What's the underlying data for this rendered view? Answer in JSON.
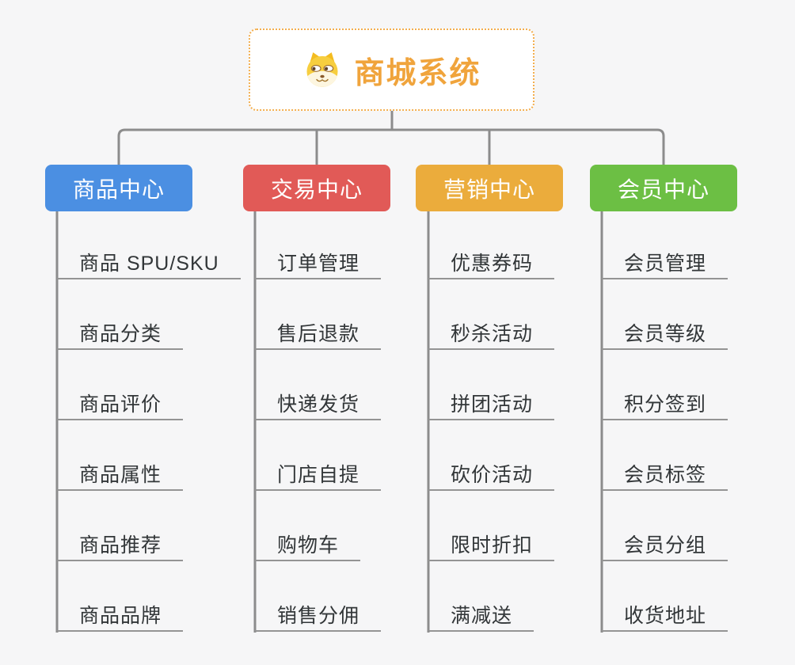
{
  "canvas": {
    "background": "#f6f6f7",
    "connector_color": "#8c8c8c",
    "leaf_line_color": "#949494",
    "leaf_text_color": "#323638"
  },
  "root": {
    "label": "商城系统",
    "text_color": "#f0a43c",
    "border_color": "#f3ae4e",
    "icon": "doge-icon"
  },
  "branches": [
    {
      "label": "商品中心",
      "color": "#4b8fe2",
      "children": [
        "商品 SPU/SKU",
        "商品分类",
        "商品评价",
        "商品属性",
        "商品推荐",
        "商品品牌"
      ]
    },
    {
      "label": "交易中心",
      "color": "#e15a57",
      "children": [
        "订单管理",
        "售后退款",
        "快递发货",
        "门店自提",
        "购物车",
        "销售分佣"
      ]
    },
    {
      "label": "营销中心",
      "color": "#ebac3c",
      "children": [
        "优惠券码",
        "秒杀活动",
        "拼团活动",
        "砍价活动",
        "限时折扣",
        "满减送"
      ]
    },
    {
      "label": "会员中心",
      "color": "#6cbf44",
      "children": [
        "会员管理",
        "会员等级",
        "积分签到",
        "会员标签",
        "会员分组",
        "收货地址"
      ]
    }
  ]
}
